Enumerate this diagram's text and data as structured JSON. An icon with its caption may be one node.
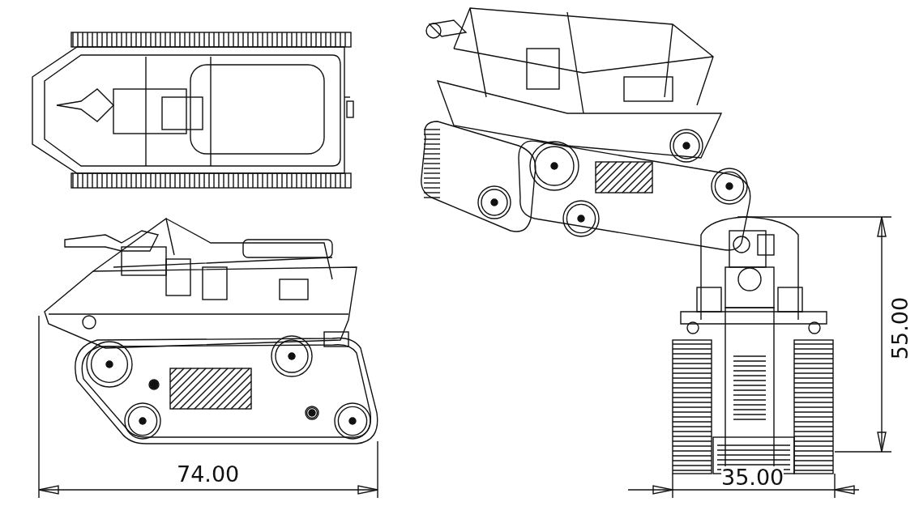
{
  "diagram": {
    "labels": [
      "74.00",
      "55.00",
      "35.00"
    ]
  }
}
